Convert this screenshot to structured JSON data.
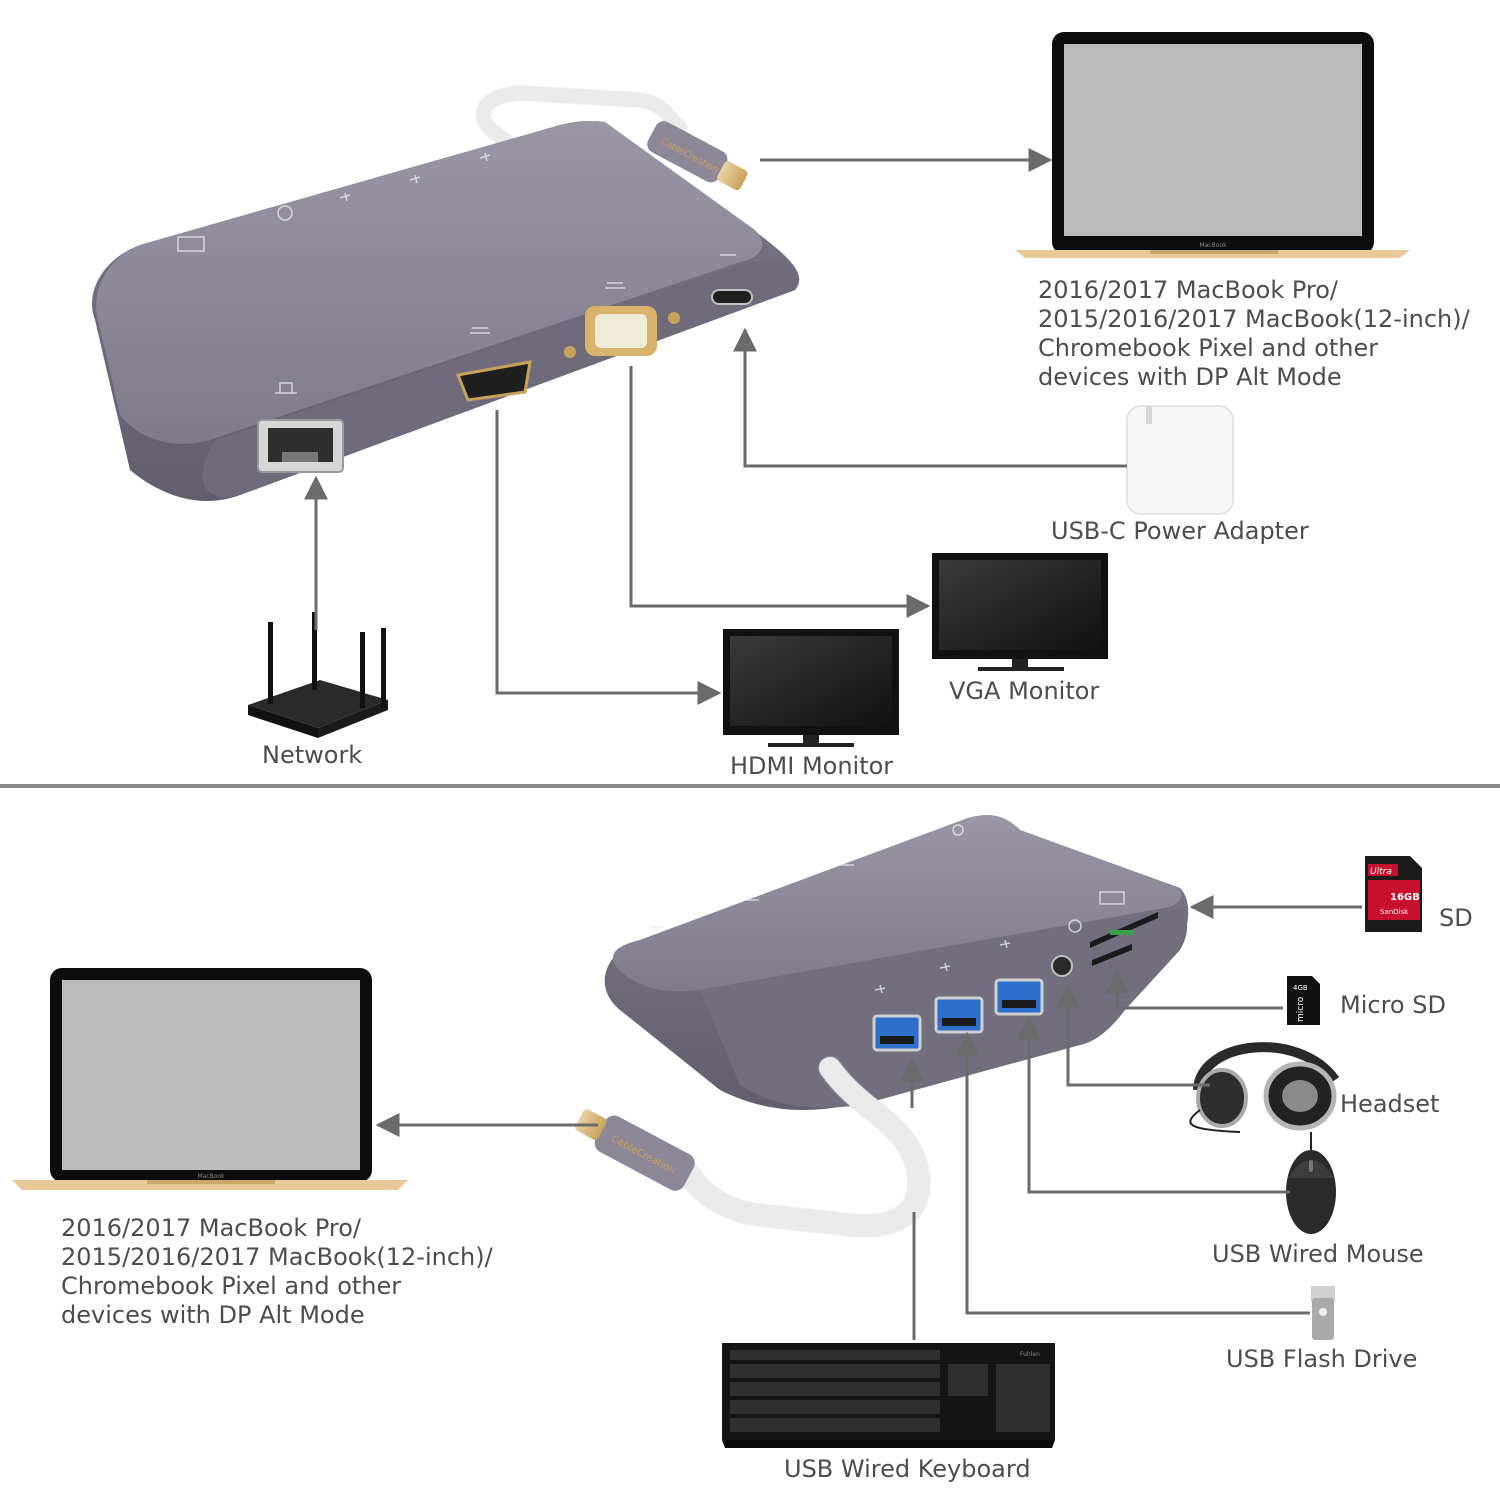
{
  "colors": {
    "hub_body": "#807c8c",
    "hub_top": "#8f8b9b",
    "arrow": "#6b6b6b",
    "divider": "#8a8a8a",
    "gold": "#c9a25a",
    "label_text": "#4d4d4d"
  },
  "top": {
    "laptop_caption": [
      "2016/2017 MacBook Pro/",
      "2015/2016/2017 MacBook(12-inch)/",
      "Chromebook Pixel and other",
      "devices with DP Alt Mode"
    ],
    "laptop_brand": "MacBook",
    "power_adapter_label": "USB-C Power Adapter",
    "vga_label": "VGA Monitor",
    "hdmi_label": "HDMI Monitor",
    "network_label": "Network"
  },
  "bottom": {
    "laptop_caption": [
      "2016/2017 MacBook Pro/",
      "2015/2016/2017 MacBook(12-inch)/",
      "Chromebook Pixel and other",
      "devices with DP Alt Mode"
    ],
    "laptop_brand": "MacBook",
    "sd_label": "SD",
    "microsd_label": "Micro SD",
    "headset_label": "Headset",
    "mouse_label": "USB Wired Mouse",
    "flash_label": "USB Flash Drive",
    "keyboard_label": "USB Wired Keyboard",
    "sd_card_text": [
      "Ultra",
      "16GB",
      "SanDisk"
    ],
    "microsd_card_text": [
      "4GB",
      "micro"
    ],
    "keyboard_brand": "Fuhlen",
    "cable_brand": "CableCreation"
  }
}
